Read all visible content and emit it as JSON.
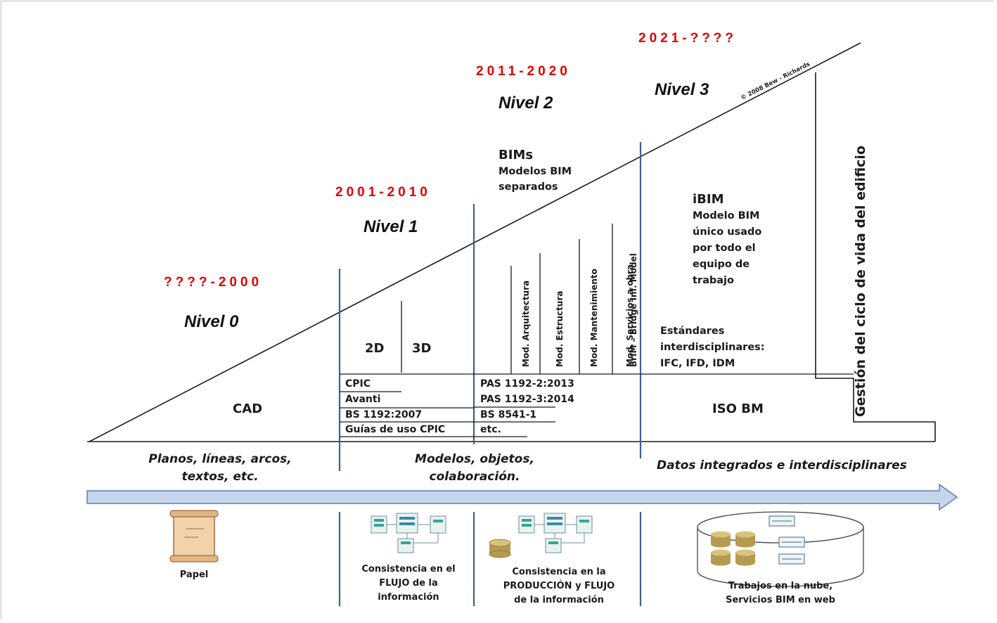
{
  "years": {
    "nivel0": "????-2000",
    "nivel1": "2001-2010",
    "nivel2": "2011-2020",
    "nivel3": "2021-????"
  },
  "levels": {
    "nivel0": "Nivel 0",
    "nivel1": "Nivel 1",
    "nivel2": "Nivel 2",
    "nivel3": "Nivel 3"
  },
  "copyright": "© 2008 Bew - Richards",
  "nivel0": {
    "cad": "CAD"
  },
  "nivel1": {
    "col_2d": "2D",
    "col_3d": "3D",
    "standards": [
      "CPIC",
      "Avanti",
      "BS 1192:2007",
      "Guías de uso CPIC"
    ]
  },
  "nivel2": {
    "bims_title": "BIMs",
    "bims_sub_1": "Modelos BIM",
    "bims_sub_2": "separados",
    "models": [
      "Mod. Arquitectura",
      "Mod. Estructura",
      "Mod. Mantenimiento",
      "Mod. Servicios a obra",
      "BrIM – Bridge Inf. Model"
    ],
    "standards": [
      "PAS 1192-2:2013",
      "PAS 1192-3:2014",
      "BS 8541-1",
      "etc."
    ]
  },
  "nivel3": {
    "ibim_title": "iBIM",
    "ibim_desc": [
      "Modelo BIM",
      "único usado",
      "por todo el",
      "equipo de",
      "trabajo"
    ],
    "estandares": [
      "Estándares",
      "interdisciplinares:",
      "IFC, IFD, IDM"
    ],
    "iso": "ISO BM"
  },
  "lifecycle": "Gestión del ciclo de vida del edificio",
  "descriptions": {
    "d0_line1": "Planos, líneas, arcos,",
    "d0_line2": "textos, etc.",
    "d1_line1": "Modelos, objetos,",
    "d1_line2": "colaboración.",
    "d3": "Datos integrados e interdisciplinares"
  },
  "captions": {
    "papel": "Papel",
    "flujo_1": "Consistencia en el",
    "flujo_2": "FLUJO de la",
    "flujo_3": "información",
    "prod_1": "Consistencia en la",
    "prod_2": "PRODUCCIÓN y FLUJO",
    "prod_3": "de la información",
    "nube_1": "Trabajos en la nube,",
    "nube_2": "Servicios BIM en web"
  },
  "colors": {
    "year_red": "#e00000",
    "divider_blue": "#3d5f93",
    "arrow_fill": "#c5d6ec",
    "arrow_stroke": "#5b7fb3"
  },
  "icons": [
    "scroll-icon",
    "network-diagram-icon",
    "database-icon",
    "cloud-storage-icon"
  ]
}
